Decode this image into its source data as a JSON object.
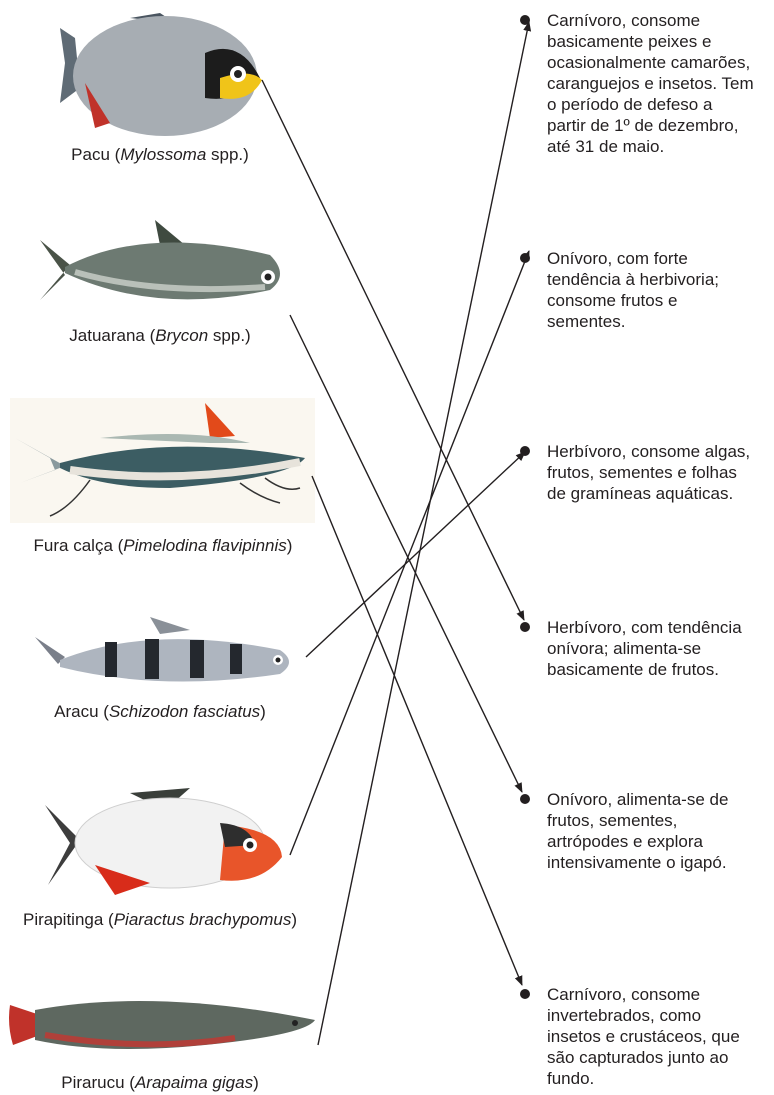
{
  "fish": [
    {
      "common": "Pacu",
      "scientific": "Mylossoma",
      "suffix": " spp.)"
    },
    {
      "common": "Jatuarana",
      "scientific": "Brycon",
      "suffix": " spp.)"
    },
    {
      "common": "Fura calça",
      "scientific": "Pimelodina flavipinnis",
      "suffix": ")"
    },
    {
      "common": "Aracu",
      "scientific": "Schizodon fasciatus",
      "suffix": ")"
    },
    {
      "common": "Pirapitinga",
      "scientific": "Piaractus brachypomus",
      "suffix": ")"
    },
    {
      "common": "Pirarucu",
      "scientific": "Arapaima gigas",
      "suffix": ")"
    }
  ],
  "descriptions": [
    {
      "lines": [
        "Carnívoro, consome",
        "basicamente peixes e",
        "ocasionalmente camarões,",
        "caranguejos e insetos. Tem",
        "o período de defeso a",
        "partir de 1º de dezembro,",
        "até 31 de maio."
      ]
    },
    {
      "lines": [
        "Onívoro, com forte",
        "tendência à herbivoria;",
        "consome frutos e",
        "sementes."
      ]
    },
    {
      "lines": [
        "Herbívoro, consome algas,",
        "frutos, sementes e folhas",
        "de gramíneas aquáticas."
      ]
    },
    {
      "lines": [
        "Herbívoro, com tendência",
        "onívora; alimenta-se",
        "basicamente de frutos."
      ]
    },
    {
      "lines": [
        "Onívoro, alimenta-se de",
        "frutos, sementes,",
        "artrópodes e explora",
        "intensivamente o igapó."
      ]
    },
    {
      "lines": [
        "Carnívoro, consome",
        "invertebrados, como",
        "insetos e crustáceos, que",
        "são capturados junto ao",
        "fundo."
      ]
    }
  ],
  "connections": [
    {
      "fish": 0,
      "description": 3
    },
    {
      "fish": 1,
      "description": 4
    },
    {
      "fish": 2,
      "description": 5
    },
    {
      "fish": 3,
      "description": 2
    },
    {
      "fish": 4,
      "description": 1
    },
    {
      "fish": 5,
      "description": 0
    }
  ]
}
